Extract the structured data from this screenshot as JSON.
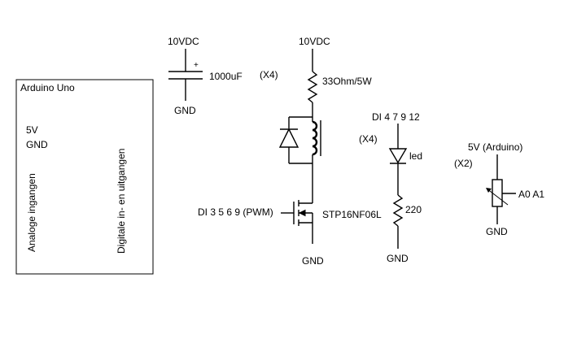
{
  "arduino": {
    "title": "Arduino Uno",
    "pin_5v": "5V",
    "pin_gnd": "GND",
    "analog_label": "Analoge ingangen",
    "digital_label": "Digitale in- en uitgangen"
  },
  "capacitor_circuit": {
    "supply": "10VDC",
    "value": "1000uF",
    "polarity": "+",
    "ground": "GND"
  },
  "coil_circuit": {
    "count": "(X4)",
    "supply": "10VDC",
    "resistor": "33Ohm/5W",
    "gate_input": "DI 3 5 6 9 (PWM)",
    "mosfet": "STP16NF06L",
    "ground": "GND"
  },
  "led_circuit": {
    "input": "DI 4 7 9 12",
    "count": "(X4)",
    "led_label": "led",
    "resistor": "220",
    "ground": "GND"
  },
  "pot_circuit": {
    "supply": "5V (Arduino)",
    "count": "(X2)",
    "output": "A0 A1",
    "ground": "GND"
  }
}
